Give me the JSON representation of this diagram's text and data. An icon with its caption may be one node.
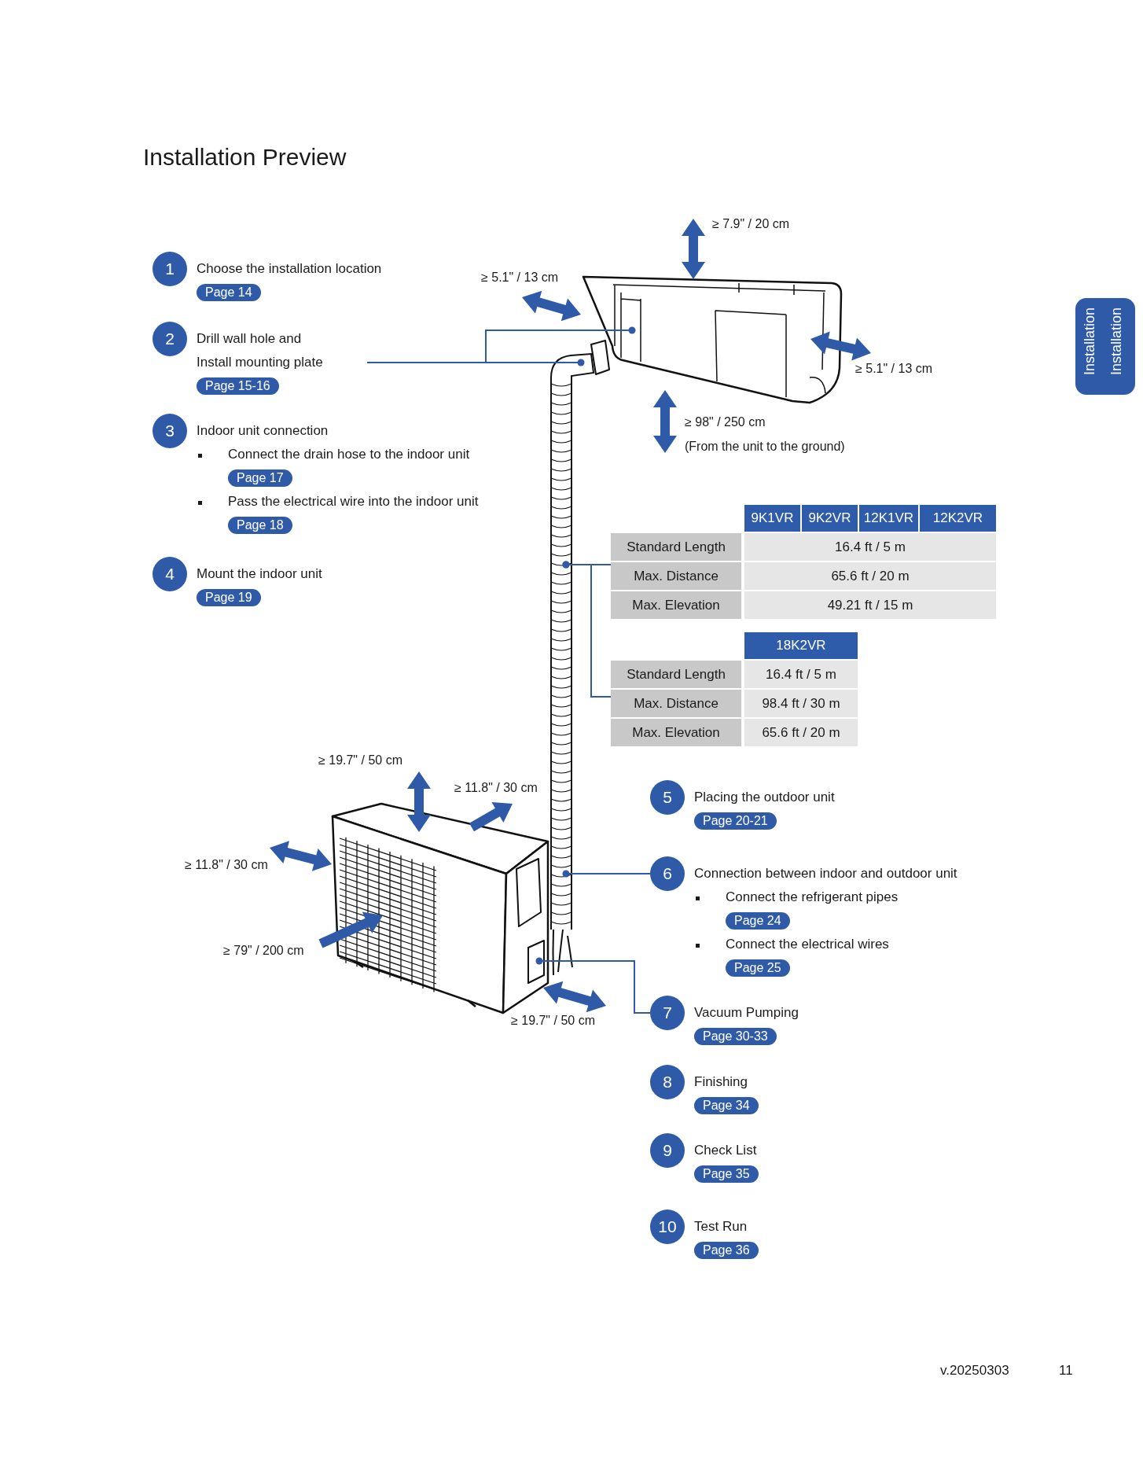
{
  "diagram": {
    "title": "Installation Preview",
    "nodes": [
      {
        "text": [
          "1",
          "Choose the installation location",
          "Page 14"
        ]
      },
      {
        "text": [
          "2",
          "Drill wall hole and Install mounting plate",
          "Page 15-16"
        ]
      },
      {
        "text": [
          "3",
          "Indoor unit connection",
          "Connect the drain hose to the indoor unit",
          "Page 17",
          "Pass the electrical wire into the indoor unit",
          "Page 18"
        ]
      },
      {
        "text": [
          "4",
          "Mount the indoor unit",
          "Page 19"
        ]
      },
      {
        "text": [
          "9K1VR",
          "9K2VR",
          "12K1VR",
          "12K2VR",
          "Standard Length",
          "16.4 ft / 5 m",
          "Max. Distance",
          "65.6 ft / 20 m",
          "Max. Elevation",
          "49.21 ft / 15 m"
        ]
      },
      {
        "text": [
          "18K2VR",
          "Standard Length",
          "16.4 ft / 5 m",
          "Max. Distance",
          "98.4 ft / 30 m",
          "Max. Elevation",
          "65.6 ft / 20 m"
        ]
      },
      {
        "text": [
          "5",
          "Placing the outdoor unit",
          "Page 20-21"
        ]
      },
      {
        "text": [
          "6",
          "Connection between indoor and outdoor unit",
          "Connect the refrigerant pipes",
          "Page 24",
          "Connect the electrical wires",
          "Page 25"
        ]
      },
      {
        "text": [
          "7",
          "Vacuum Pumping",
          "Page 30-33"
        ]
      },
      {
        "text": [
          "8",
          "Finishing",
          "Page 34"
        ]
      },
      {
        "text": [
          "9",
          "Check List",
          "Page 35"
        ]
      },
      {
        "text": [
          "10",
          "Test Run",
          "Page 36"
        ]
      },
      {
        "text": [],
        "shape": "picture"
      },
      {
        "text": [],
        "shape": "picture"
      },
      {
        "text": [],
        "shape": "picture"
      }
    ],
    "edges": [
      {
        "from": 1,
        "to": 13,
        "arrow": "other"
      },
      {
        "from": 1,
        "to": 12,
        "arrow": "other"
      },
      {
        "from": 4,
        "to": 13,
        "arrow": "other"
      },
      {
        "from": 5,
        "to": 13,
        "arrow": "other"
      },
      {
        "from": 7,
        "to": 13,
        "arrow": "other"
      },
      {
        "from": 8,
        "to": 14,
        "arrow": "other"
      }
    ],
    "labels": [
      "≥ 7.9\" / 20 cm",
      "≥ 5.1\" / 13 cm",
      "≥ 5.1\" / 13 cm",
      "≥ 98\" / 250 cm",
      "(From the unit to the ground)",
      "≥ 19.7\" / 50 cm",
      "≥ 11.8\" / 30 cm",
      "≥ 11.8\" / 30 cm",
      "≥ 79\" / 200 cm",
      "≥ 19.7\" / 50 cm",
      "Installation",
      "Installation",
      "v.20250303",
      "11"
    ]
  }
}
